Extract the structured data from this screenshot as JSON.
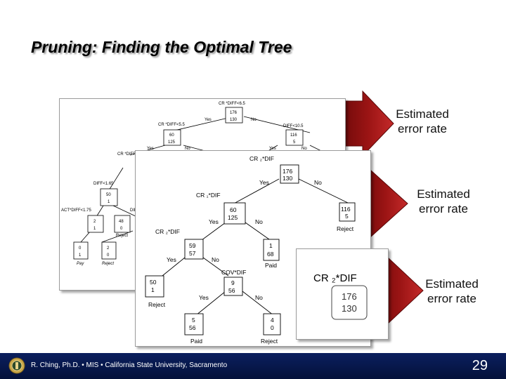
{
  "slide": {
    "title": "Pruning:  Finding the Optimal Tree",
    "arrows": [
      {
        "line1": "Estimated",
        "line2": "error rate"
      },
      {
        "line1": "Estimated",
        "line2": "error rate"
      },
      {
        "line1": "Estimated",
        "line2": "error rate"
      }
    ],
    "footer": "R. Ching, Ph.D. • MIS  • California State University, Sacramento",
    "page_number": "29"
  },
  "colors": {
    "arrow": "#8b0d0d",
    "footer_bar": "#0b1f5e"
  },
  "tree_full": {
    "root": {
      "label": "CR *DIFF<6.5",
      "v1": "176",
      "v2": "130"
    },
    "l1": {
      "label": "CR *DIFF<5.5",
      "v1": "60",
      "v2": "125"
    },
    "r1": {
      "label": "DIFF<10.5",
      "v1": "116",
      "v2": "5"
    },
    "yes": "Yes",
    "no": "No",
    "l2": {
      "label": "CR *DIFF"
    },
    "l3": {
      "label": "DIFF<1.65",
      "v1": "50",
      "v2": "1"
    },
    "l4": {
      "label": "ACT*DIFF<1.75",
      "v1": "2",
      "v2": "1"
    },
    "n5": {
      "label": "DIF",
      "v1": "48",
      "v2": "0"
    },
    "reject": "Reject",
    "leaf_a": {
      "v1": "0",
      "v2": "1",
      "out": "Pay"
    },
    "leaf_b": {
      "v1": "2",
      "v2": "0",
      "out": "Reject"
    }
  },
  "tree_pruned": {
    "root": {
      "label": "CR ₂*DIF",
      "v1": "176",
      "v2": "130"
    },
    "l1": {
      "label": "CR ₁*DIF",
      "v1": "60",
      "v2": "125"
    },
    "r1": {
      "v1": "116",
      "v2": "5",
      "out": "Reject"
    },
    "l2": {
      "label": "CR ₂*DIF",
      "v1": "59",
      "v2": "57"
    },
    "r2": {
      "v1": "1",
      "v2": "68",
      "out": "Paid"
    },
    "l3": {
      "v1": "50",
      "v2": "1",
      "out": "Reject"
    },
    "r3": {
      "label": "COV*DIF",
      "v1": "9",
      "v2": "56"
    },
    "l4": {
      "v1": "5",
      "v2": "56",
      "out": "Paid"
    },
    "r4": {
      "v1": "4",
      "v2": "0",
      "out": "Reject"
    },
    "yes": "Yes",
    "no": "No"
  },
  "tree_root": {
    "label": "CR ₂*DIF",
    "v1": "176",
    "v2": "130"
  }
}
